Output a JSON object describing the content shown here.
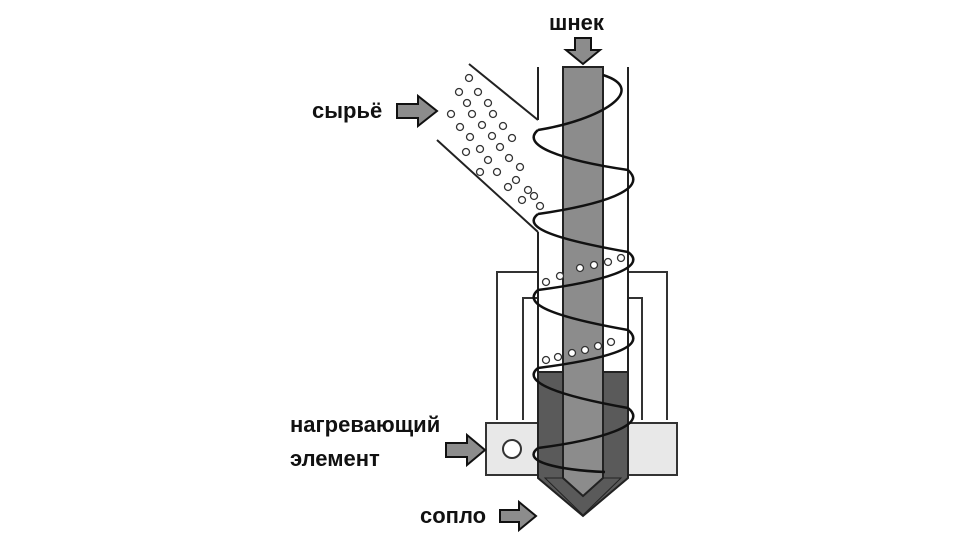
{
  "labels": {
    "screw": "шнек",
    "raw": "сырьё",
    "heater_line1": "нагревающий",
    "heater_line2": "элемент",
    "nozzle": "сопло"
  },
  "colors": {
    "screw_shaft": "#8c8c8c",
    "melt_zone": "#5a5a5a",
    "heater_block": "#e8e8e8",
    "arrow_fill": "#8c8c8c",
    "outline": "#222222"
  },
  "icons": [
    "down-arrow-icon",
    "right-arrow-icon"
  ]
}
